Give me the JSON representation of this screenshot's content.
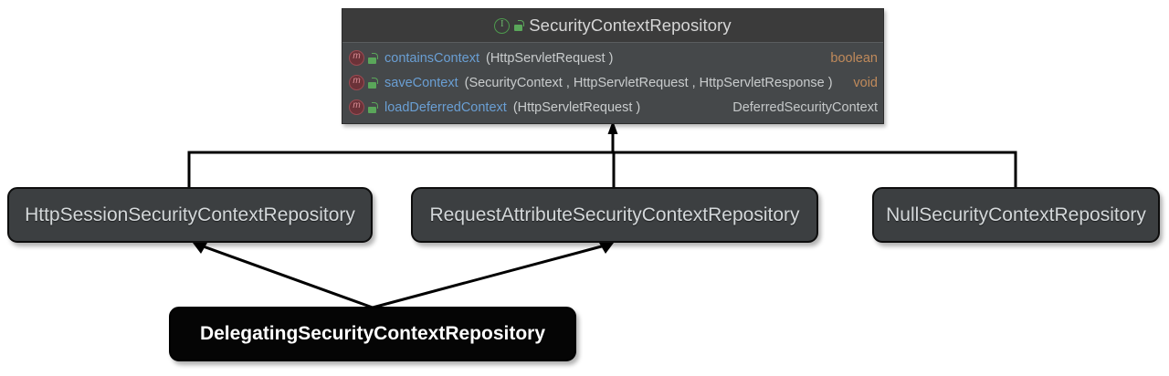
{
  "diagram": {
    "type": "uml-class-hierarchy",
    "background_color": "#ffffff"
  },
  "interface_node": {
    "name": "SecurityContextRepository",
    "kind_icon": "interface-icon",
    "visibility_icon": "unlock-icon",
    "header_color": "#3b3b3b",
    "body_color": "#45484a",
    "title_color": "#d6d6d6",
    "members": [
      {
        "icon": "method-icon",
        "visibility_icon": "unlock-icon",
        "name": "containsContext",
        "signature": "(HttpServletRequest )",
        "return_type": "boolean",
        "return_kind": "primitive"
      },
      {
        "icon": "method-icon",
        "visibility_icon": "unlock-icon",
        "name": "saveContext",
        "signature": "(SecurityContext , HttpServletRequest , HttpServletResponse )",
        "return_type": "void",
        "return_kind": "primitive"
      },
      {
        "icon": "method-icon",
        "visibility_icon": "unlock-icon",
        "name": "loadDeferredContext",
        "signature": "(HttpServletRequest )",
        "return_type": "DeferredSecurityContext",
        "return_kind": "reference"
      }
    ],
    "colors": {
      "method_name": "#6a9fd4",
      "signature": "#c9cccd",
      "primitive_type": "#c08a5b",
      "reference_type": "#c5c8c9"
    }
  },
  "implementation_nodes": [
    {
      "id": "http-session",
      "label": "HttpSessionSecurityContextRepository",
      "fill": "#3c3f41",
      "text_color": "#d4d8da",
      "bold": false
    },
    {
      "id": "request-attribute",
      "label": "RequestAttributeSecurityContextRepository",
      "fill": "#3c3f41",
      "text_color": "#d4d8da",
      "bold": false
    },
    {
      "id": "null-repository",
      "label": "NullSecurityContextRepository",
      "fill": "#3c3f41",
      "text_color": "#d4d8da",
      "bold": false
    },
    {
      "id": "delegating",
      "label": "DelegatingSecurityContextRepository",
      "fill": "#050505",
      "text_color": "#ffffff",
      "bold": true
    }
  ],
  "edges": [
    {
      "from": "implementations-bus",
      "to": "SecurityContextRepository",
      "style": "orthogonal",
      "arrow": "solid-triangle",
      "relation": "implements"
    },
    {
      "from": "DelegatingSecurityContextRepository",
      "to": "HttpSessionSecurityContextRepository",
      "style": "diagonal",
      "arrow": "open-arrow",
      "relation": "uses"
    },
    {
      "from": "DelegatingSecurityContextRepository",
      "to": "RequestAttributeSecurityContextRepository",
      "style": "diagonal",
      "arrow": "open-arrow",
      "relation": "uses"
    }
  ]
}
